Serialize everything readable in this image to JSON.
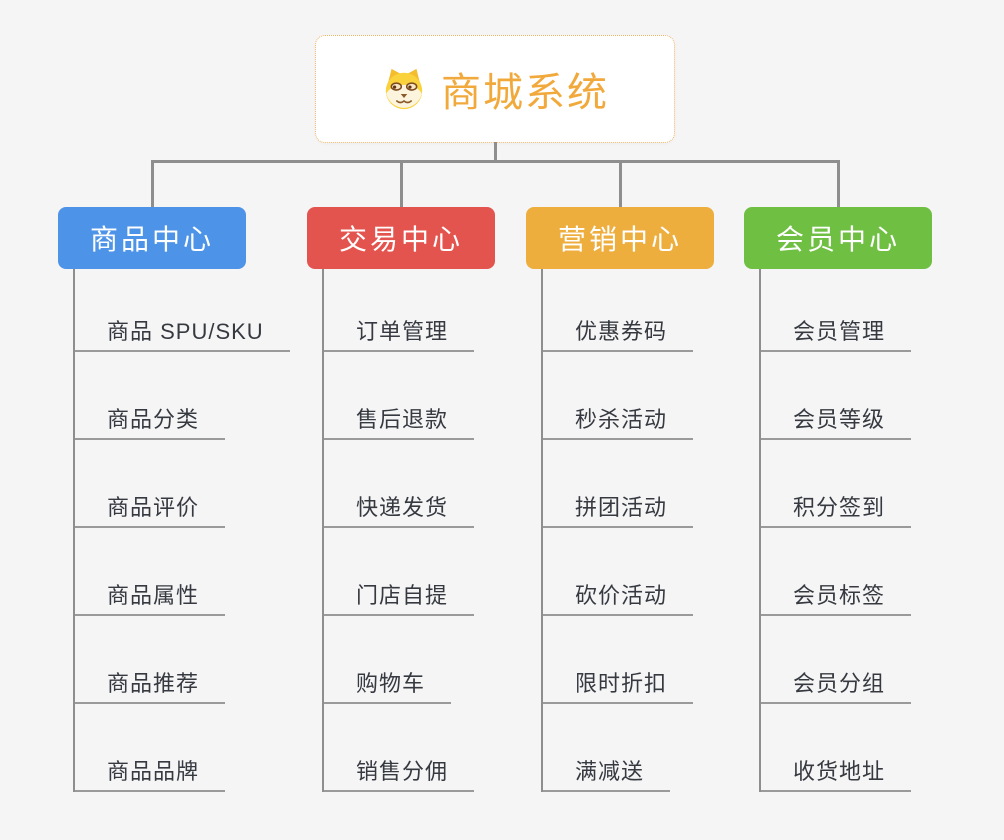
{
  "root": {
    "title": "商城系统",
    "icon": "dog-face-icon"
  },
  "branches": [
    {
      "label": "商品中心",
      "color": "#4d93e8",
      "children": [
        "商品 SPU/SKU",
        "商品分类",
        "商品评价",
        "商品属性",
        "商品推荐",
        "商品品牌"
      ]
    },
    {
      "label": "交易中心",
      "color": "#e4544f",
      "children": [
        "订单管理",
        "售后退款",
        "快递发货",
        "门店自提",
        "购物车",
        "销售分佣"
      ]
    },
    {
      "label": "营销中心",
      "color": "#edae3e",
      "children": [
        "优惠券码",
        "秒杀活动",
        "拼团活动",
        "砍价活动",
        "限时折扣",
        "满减送"
      ]
    },
    {
      "label": "会员中心",
      "color": "#6fbf43",
      "children": [
        "会员管理",
        "会员等级",
        "积分签到",
        "会员标签",
        "会员分组",
        "收货地址"
      ]
    }
  ],
  "colors": {
    "background": "#f5f5f6",
    "root_text": "#f2a93c",
    "root_border": "#efb465",
    "connector": "#8e8e8e",
    "leaf_underline": "#9a9a9a",
    "leaf_text": "#363a40"
  }
}
